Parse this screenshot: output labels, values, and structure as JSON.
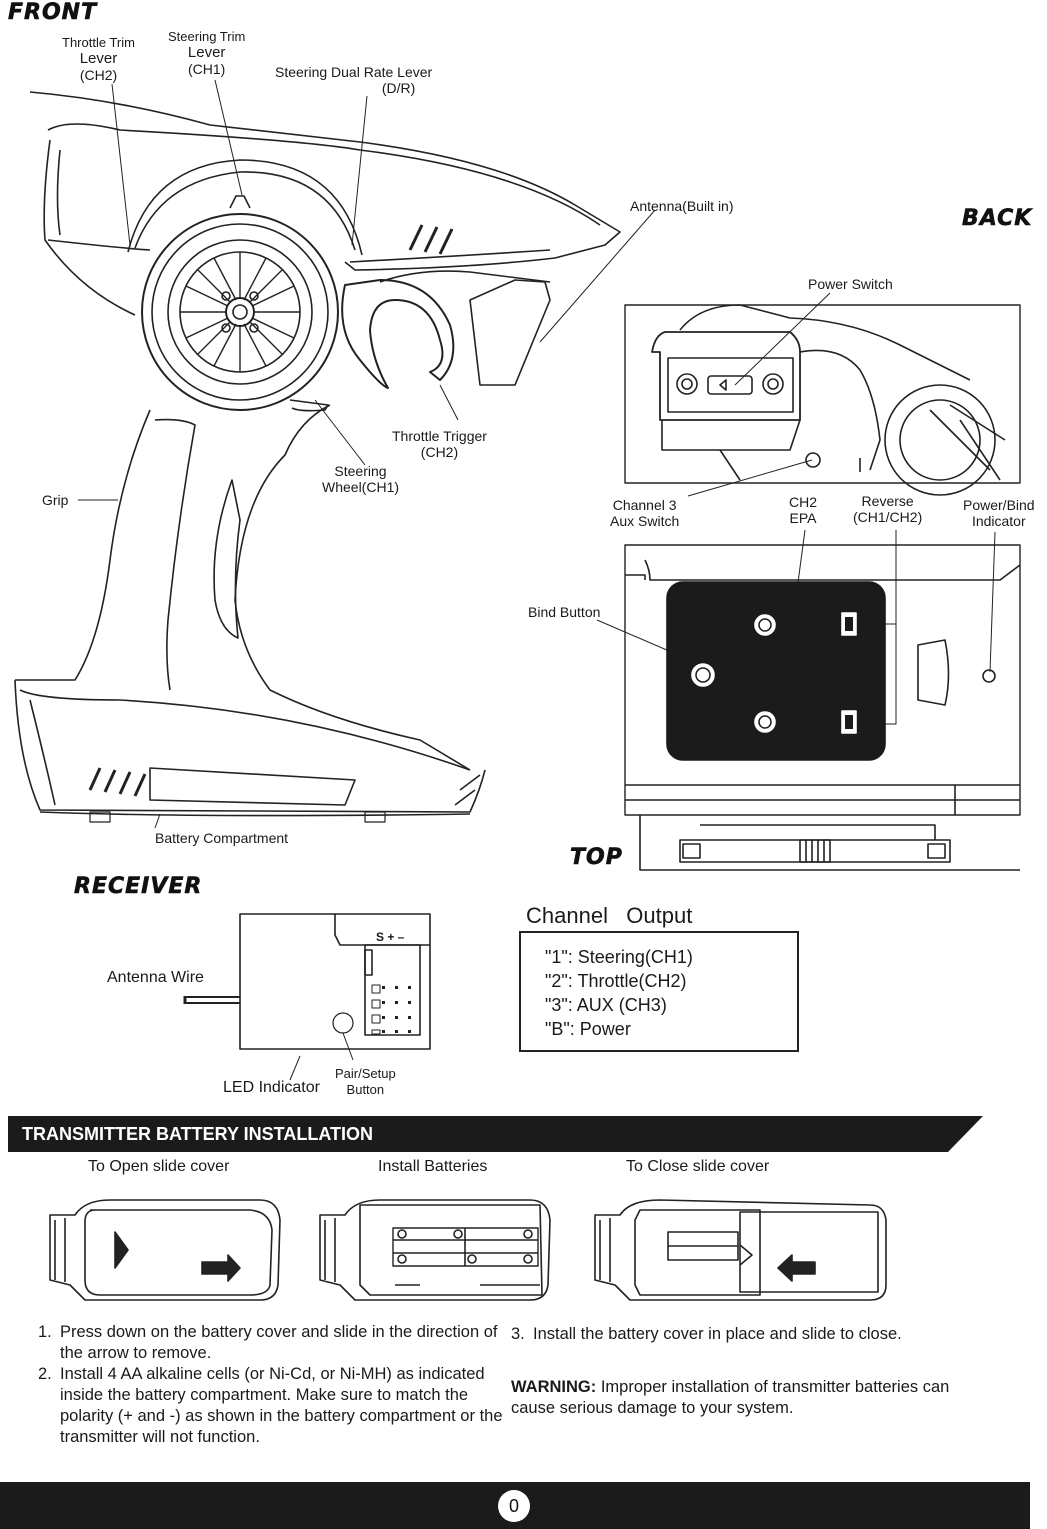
{
  "headings": {
    "front": "FRONT",
    "back": "BACK",
    "top": "TOP",
    "receiver": "RECEIVER"
  },
  "front_labels": {
    "throttle_trim": [
      "Throttle Trim",
      "Lever",
      "(CH2)"
    ],
    "steering_trim": [
      "Steering Trim",
      "Lever",
      "(CH1)"
    ],
    "steering_dual_rate": [
      "Steering Dual Rate Lever",
      "(D/R)"
    ],
    "antenna": "Antenna(Built in)",
    "throttle_trigger": [
      "Throttle Trigger",
      "(CH2)"
    ],
    "steering_wheel": [
      "Steering",
      "Wheel(CH1)"
    ],
    "grip": "Grip",
    "battery_compartment": "Battery Compartment"
  },
  "back_labels": {
    "power_switch": "Power Switch",
    "channel3": [
      "Channel 3",
      "Aux Switch"
    ],
    "ch2_epa": [
      "CH2",
      "EPA"
    ],
    "reverse": [
      "Reverse",
      "(CH1/CH2)"
    ],
    "power_bind": [
      "Power/Bind",
      "Indicator"
    ],
    "bind_button": "Bind Button"
  },
  "receiver_labels": {
    "antenna_wire": "Antenna Wire",
    "led_indicator": "LED Indicator",
    "pair_setup": [
      "Pair/Setup",
      "Button"
    ],
    "polarity": "S + –"
  },
  "channel_output": {
    "title": "Channel   Output",
    "items": [
      "\"1\": Steering(CH1)",
      "\"2\": Throttle(CH2)",
      "\"3\": AUX  (CH3)",
      "\"B\": Power"
    ]
  },
  "battery": {
    "banner": "TRANSMITTER BATTERY INSTALLATION",
    "captions": [
      "To Open slide cover",
      "Install Batteries",
      "To Close slide cover"
    ],
    "steps_left": [
      {
        "num": "1.",
        "text": "Press down on the battery cover and slide in the direction of the arrow to remove."
      },
      {
        "num": "2.",
        "text": "Install 4 AA alkaline cells (or Ni-Cd, or Ni-MH) as indicated inside the battery compartment. Make sure to match the polarity (+ and -) as shown in the battery compartment or the transmitter will not function."
      }
    ],
    "step3": {
      "num": "3.",
      "text": "Install the battery cover in place and slide to close."
    },
    "warning_label": "WARNING:",
    "warning_text": "Improper installation of transmitter batteries can cause serious damage to your system."
  },
  "page_number": "0"
}
